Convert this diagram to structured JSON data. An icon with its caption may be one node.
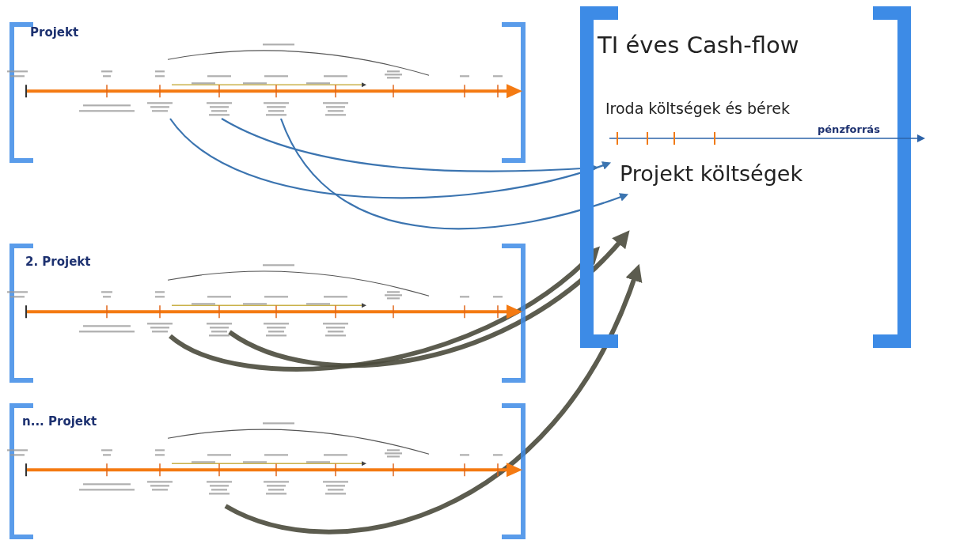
{
  "diagram": {
    "nodes": [
      {
        "text": [
          "Projekt"
        ]
      },
      {
        "text": [
          "2. Projekt"
        ]
      },
      {
        "text": [
          "n... Projekt"
        ]
      },
      {
        "text": [
          "TI éves Cash-flow"
        ]
      }
    ],
    "edges": [
      {
        "from": 0,
        "to": 3,
        "arrow": "to",
        "color": "#3b74b0"
      },
      {
        "from": 0,
        "to": 3,
        "arrow": "to",
        "color": "#3b74b0"
      },
      {
        "from": 0,
        "to": 3,
        "arrow": "to",
        "color": "#3b74b0"
      },
      {
        "from": 1,
        "to": 3,
        "arrow": "to",
        "style": "thick",
        "color": "#4b4b3c"
      },
      {
        "from": 1,
        "to": 3,
        "arrow": "to",
        "style": "thick",
        "color": "#4b4b3c"
      },
      {
        "from": 2,
        "to": 3,
        "arrow": "to",
        "style": "thick",
        "color": "#4b4b3c"
      }
    ],
    "labels": [
      "Iroda költségek és bérek",
      "pénzforrás",
      "Projekt költségek"
    ]
  }
}
